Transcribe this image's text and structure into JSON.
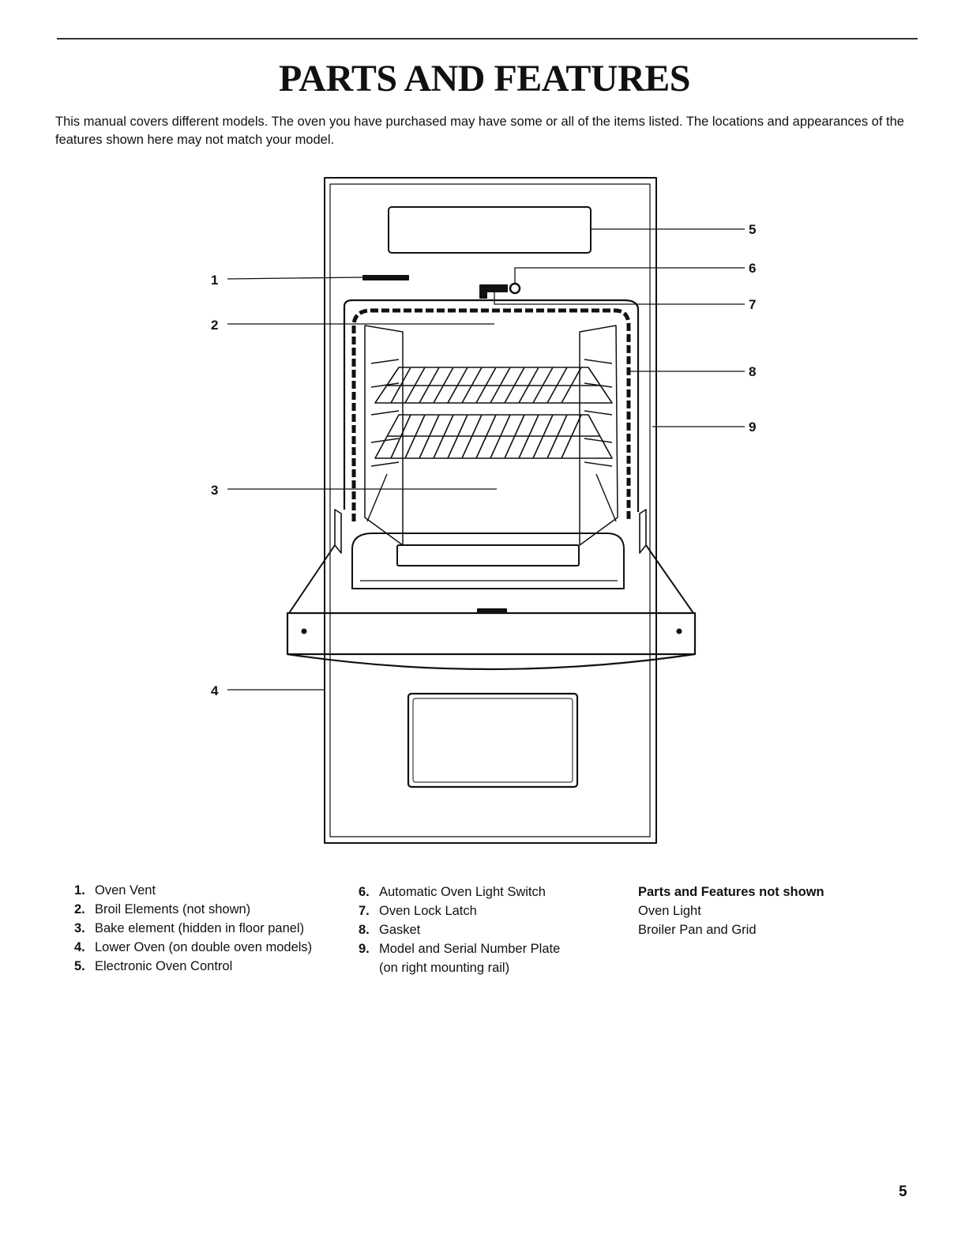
{
  "title": "PARTS AND FEATURES",
  "intro": "This manual covers different models. The oven you have purchased may have some or all of the items listed. The locations and appearances of the features shown here may not match your model.",
  "callouts": [
    "1",
    "2",
    "3",
    "4",
    "5",
    "6",
    "7",
    "8",
    "9"
  ],
  "parts_col1": [
    {
      "num": "1.",
      "label": "Oven Vent"
    },
    {
      "num": "2.",
      "label": "Broil Elements (not shown)"
    },
    {
      "num": "3.",
      "label": "Bake element (hidden in floor panel)"
    },
    {
      "num": "4.",
      "label": "Lower Oven (on double oven models)"
    },
    {
      "num": "5.",
      "label": "Electronic Oven Control"
    }
  ],
  "parts_col2": [
    {
      "num": "6.",
      "label": "Automatic Oven Light Switch"
    },
    {
      "num": "7.",
      "label": "Oven Lock Latch"
    },
    {
      "num": "8.",
      "label": "Gasket"
    },
    {
      "num": "9.",
      "label": "Model and Serial Number Plate",
      "label2": "(on right mounting rail)"
    }
  ],
  "not_shown": {
    "heading": "Parts and Features not shown",
    "items": [
      "Oven Light",
      "Broiler Pan and Grid"
    ]
  },
  "page_number": "5"
}
